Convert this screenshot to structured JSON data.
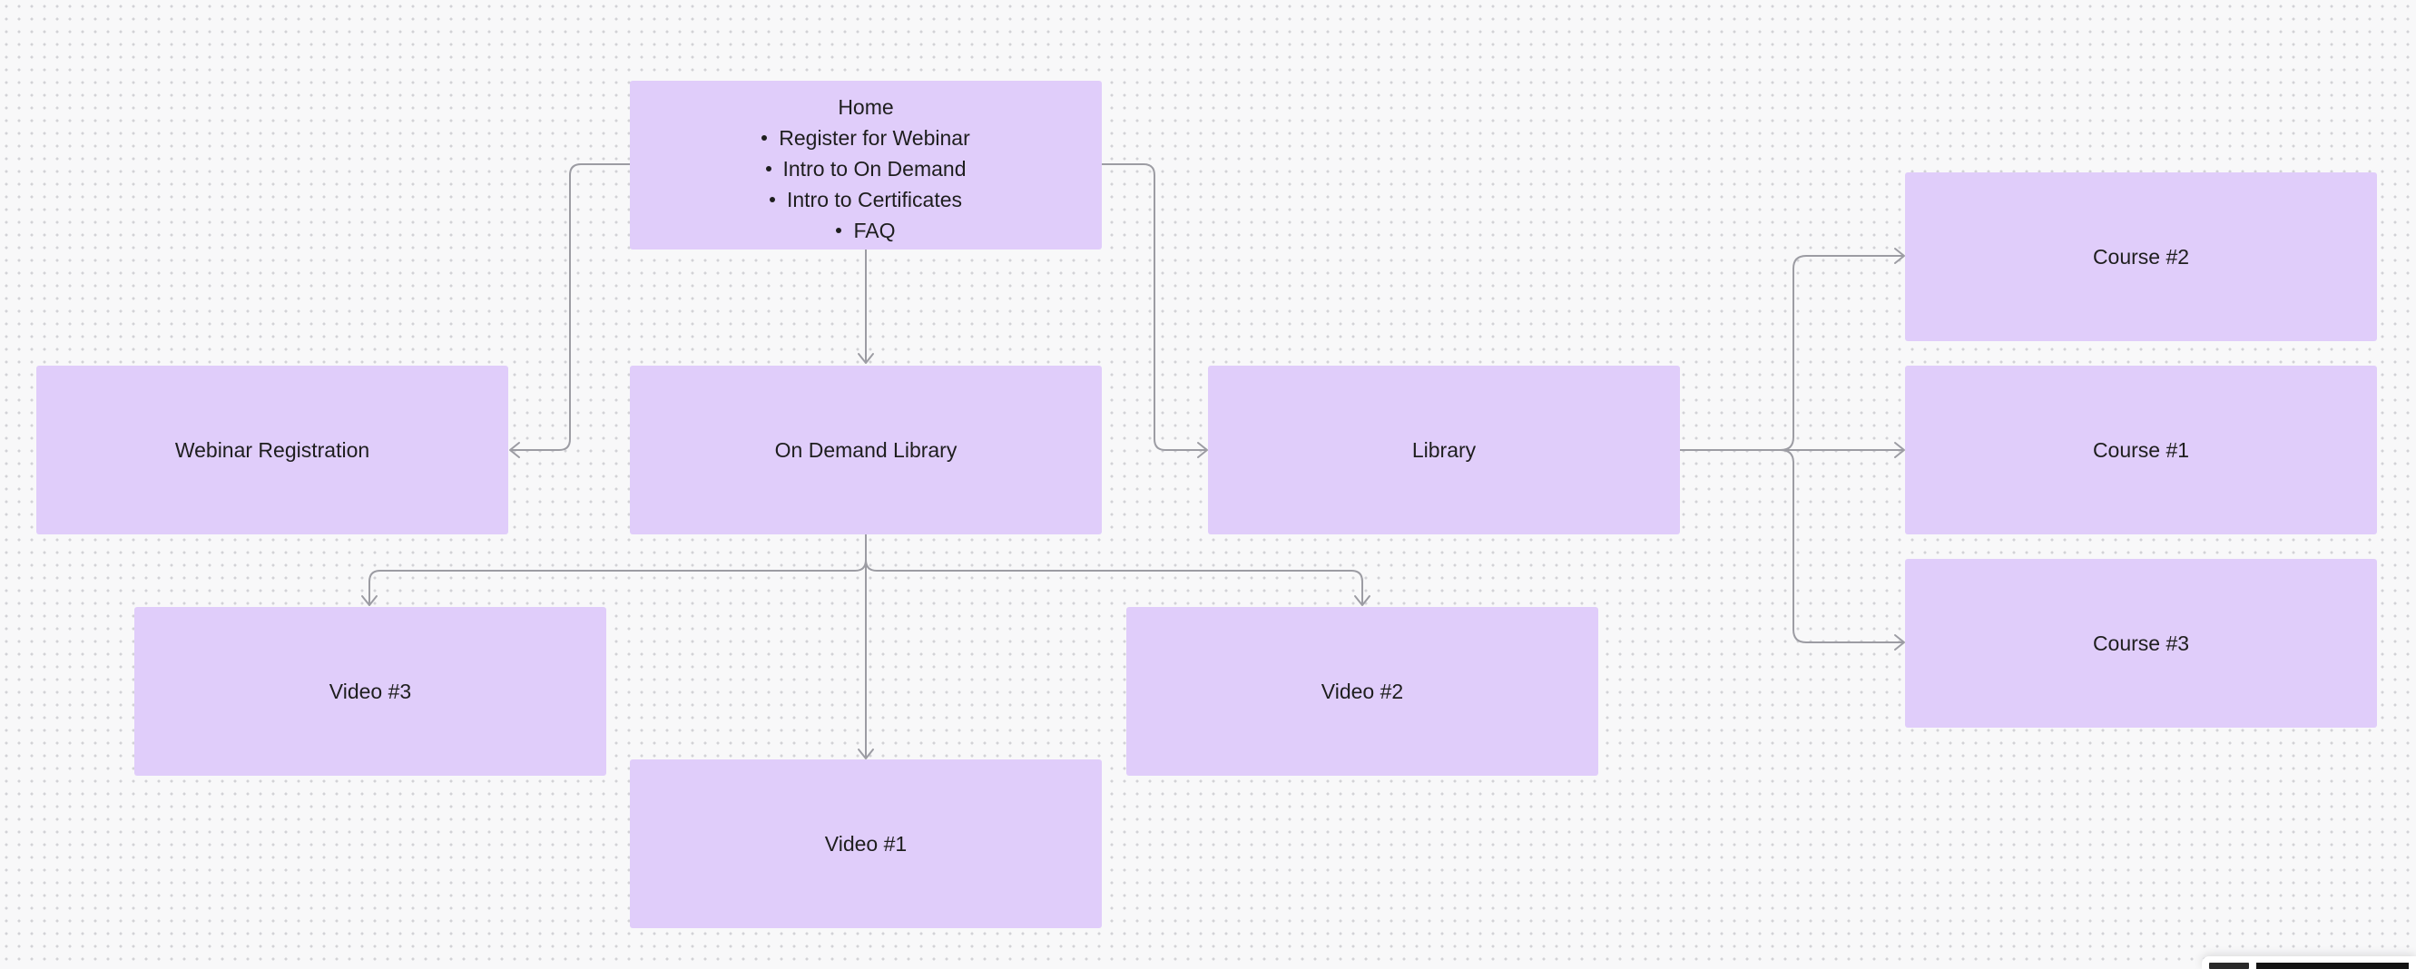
{
  "diagram": {
    "home": {
      "title": "Home",
      "items": [
        "Register for Webinar",
        "Intro to On Demand",
        "Intro to Certificates",
        "FAQ"
      ]
    },
    "webinar_registration": "Webinar Registration",
    "on_demand_library": "On Demand Library",
    "library": "Library",
    "video_3": "Video #3",
    "video_2": "Video #2",
    "video_1": "Video #1",
    "course_2": "Course #2",
    "course_1": "Course #1",
    "course_3": "Course #3"
  },
  "edges": [
    {
      "from": "Home",
      "to": "Webinar Registration"
    },
    {
      "from": "Home",
      "to": "On Demand Library"
    },
    {
      "from": "Home",
      "to": "Library"
    },
    {
      "from": "On Demand Library",
      "to": "Video #3"
    },
    {
      "from": "On Demand Library",
      "to": "Video #1"
    },
    {
      "from": "On Demand Library",
      "to": "Video #2"
    },
    {
      "from": "Library",
      "to": "Course #2"
    },
    {
      "from": "Library",
      "to": "Course #1"
    },
    {
      "from": "Library",
      "to": "Course #3"
    }
  ],
  "colors": {
    "node_fill": "#e0cdfa",
    "connector": "#9c9ca3",
    "canvas": "#f8f8f9",
    "text": "#1e1e1e"
  }
}
